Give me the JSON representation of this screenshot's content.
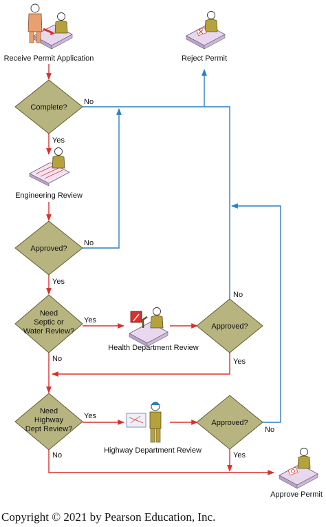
{
  "colors": {
    "red_flow": "#d9302b",
    "blue_flow": "#2a7fc4",
    "diamond_fill": "#b7b47f",
    "diamond_stroke": "#5f5c32",
    "person": "#b6a23c",
    "desk": "#e7d8ee"
  },
  "nodes": {
    "receive": "Receive Permit Application",
    "reject": "Reject Permit",
    "engineering": "Engineering Review",
    "health": "Health Department Review",
    "highway": "Highway Department Review",
    "approve": "Approve Permit"
  },
  "decisions": {
    "complete": [
      "Complete?"
    ],
    "approved1": [
      "Approved?"
    ],
    "septic": [
      "Need",
      "Septic or",
      "Water Review?"
    ],
    "approved_health": [
      "Approved?"
    ],
    "highway_need": [
      "Need",
      "Highway",
      "Dept Review?"
    ],
    "approved_highway": [
      "Approved?"
    ]
  },
  "edge_labels": {
    "complete_no": "No",
    "complete_yes": "Yes",
    "approved1_no": "No",
    "approved1_yes": "Yes",
    "septic_yes": "Yes",
    "septic_no": "No",
    "health_no": "No",
    "health_yes": "Yes",
    "highway_yes": "Yes",
    "highway_no": "No",
    "hwy_approved_no": "No",
    "hwy_approved_yes": "Yes"
  },
  "icons": {
    "receive": "two-people-at-desk-icon",
    "reject": "person-rejecting-document-icon",
    "engineering": "engineer-drafting-icon",
    "health": "lab-worker-microscope-icon",
    "highway": "construction-worker-plan-icon",
    "approve": "person-approving-document-icon"
  },
  "copyright": "Copyright © 2021 by Pearson Education, Inc."
}
